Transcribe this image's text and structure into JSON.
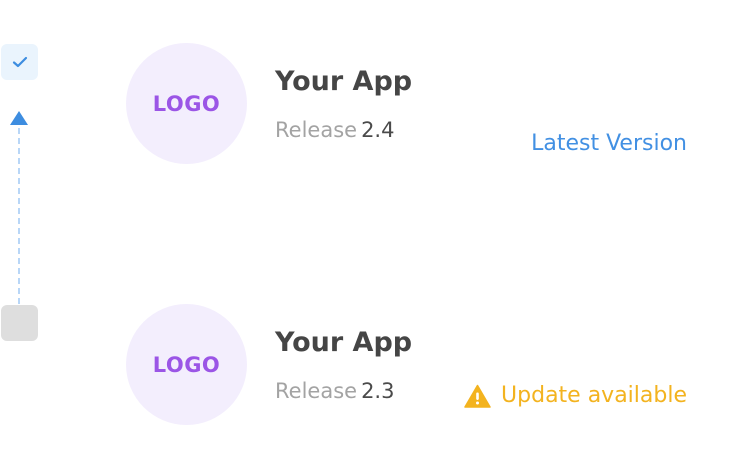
{
  "colors": {
    "accent_blue": "#4290e3",
    "warning_yellow": "#f3b31f",
    "logo_purple": "#9b55e6",
    "logo_circle_bg": "#f3eefd"
  },
  "timeline": {
    "top_icon": "check-icon",
    "arrow_icon": "arrow-up-icon",
    "bottom_icon": "empty-square"
  },
  "apps": [
    {
      "logo_text": "LOGO",
      "name": "Your App",
      "release_label": "Release",
      "release_version": "2.4",
      "status_text": "Latest Version",
      "status_color": "#4290e3"
    },
    {
      "logo_text": "LOGO",
      "name": "Your App",
      "release_label": "Release",
      "release_version": "2.3",
      "status_icon": "warning-icon",
      "status_text": "Update available",
      "status_color": "#f3b31f"
    }
  ]
}
